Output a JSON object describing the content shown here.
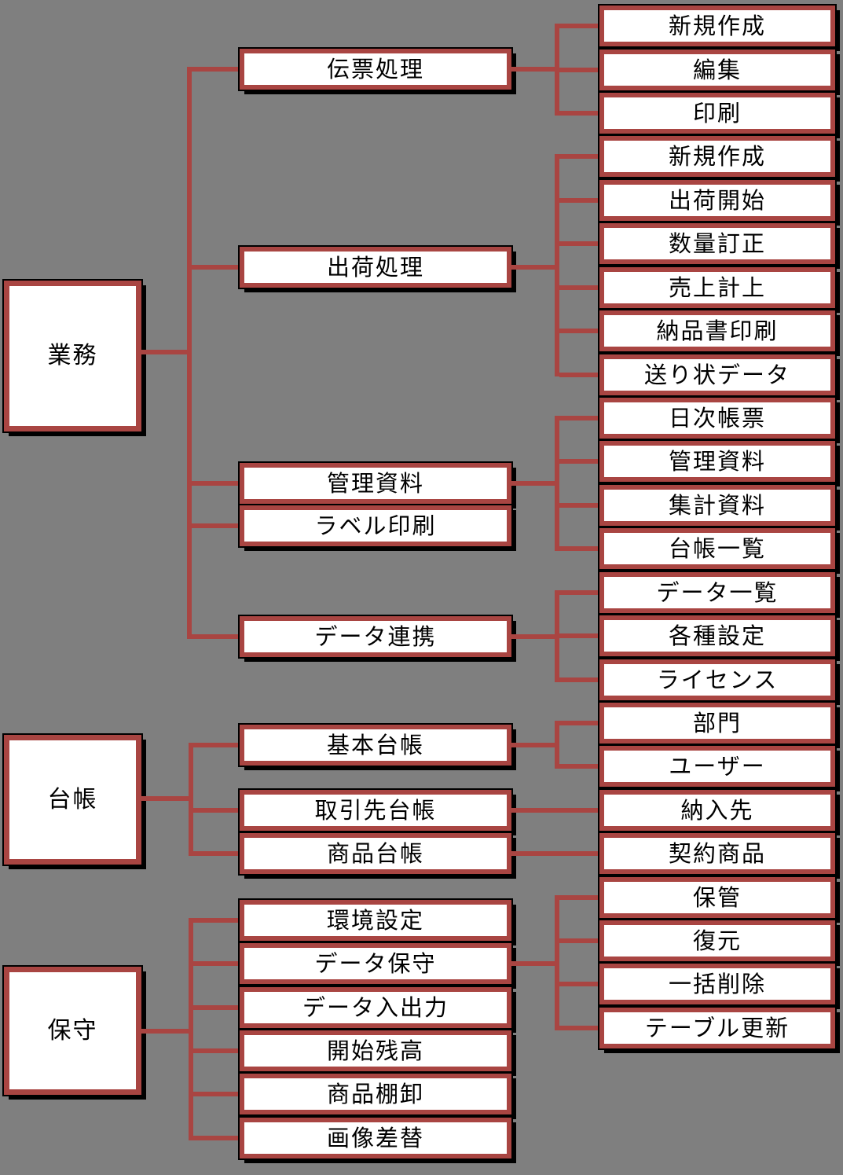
{
  "diagram_title": "menu-structure-tree",
  "colors": {
    "background": "#7f7f7f",
    "box_fill": "#ffffff",
    "box_border": "#a94542",
    "connector_line": "#a94542",
    "outline_and_shadow": "#000000",
    "text": "#000000"
  },
  "tree": {
    "groups": [
      {
        "root": "業務",
        "children": [
          {
            "label": "伝票処理",
            "children": [
              "新規作成",
              "編集",
              "印刷"
            ]
          },
          {
            "label": "出荷処理",
            "children": [
              "新規作成",
              "出荷開始",
              "数量訂正",
              "売上計上",
              "納品書印刷",
              "送り状データ"
            ]
          },
          {
            "label": "管理資料",
            "children": [
              "日次帳票",
              "管理資料",
              "集計資料",
              "台帳一覧"
            ]
          },
          {
            "label": "ラベル印刷",
            "children": []
          },
          {
            "label": "データ連携",
            "children": [
              "データ一覧",
              "各種設定",
              "ライセンス"
            ]
          }
        ]
      },
      {
        "root": "台帳",
        "children": [
          {
            "label": "基本台帳",
            "children": [
              "部門",
              "ユーザー"
            ]
          },
          {
            "label": "取引先台帳",
            "children": [
              "納入先"
            ]
          },
          {
            "label": "商品台帳",
            "children": [
              "契約商品"
            ]
          }
        ]
      },
      {
        "root": "保守",
        "children": [
          {
            "label": "環境設定",
            "children": []
          },
          {
            "label": "データ保守",
            "children": [
              "保管",
              "復元",
              "一括削除",
              "テーブル更新"
            ]
          },
          {
            "label": "データ入出力",
            "children": []
          },
          {
            "label": "開始残高",
            "children": []
          },
          {
            "label": "商品棚卸",
            "children": []
          },
          {
            "label": "画像差替",
            "children": []
          }
        ]
      }
    ]
  }
}
